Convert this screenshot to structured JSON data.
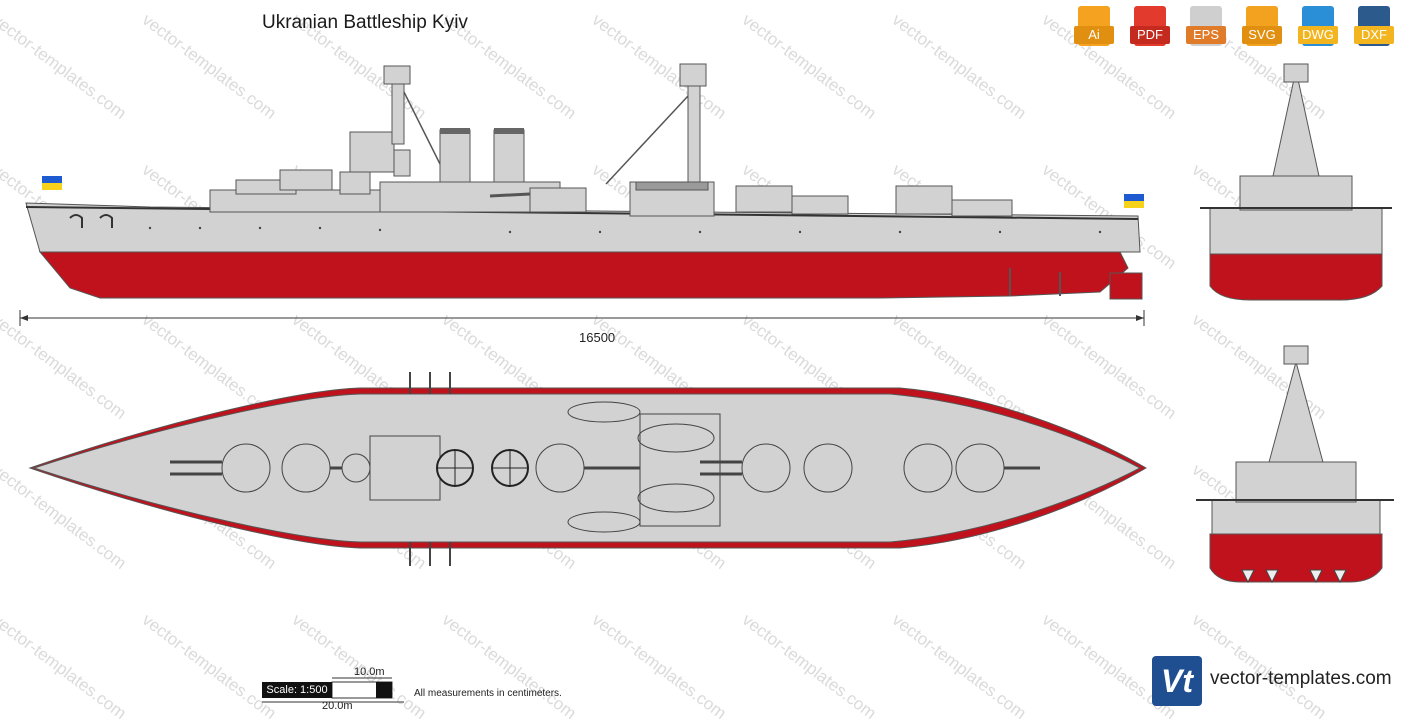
{
  "title": "Ukranian Battleship Kyiv",
  "formats": [
    {
      "label": "Ai",
      "color": "#f4a21f"
    },
    {
      "label": "PDF",
      "color": "#e23b2d"
    },
    {
      "label": "EPS",
      "color": "#bdbdbd"
    },
    {
      "label": "SVG",
      "color": "#f3a21f"
    },
    {
      "label": "DWG",
      "color": "#2a8fd6"
    },
    {
      "label": "DXF",
      "color": "#2d5a8c"
    }
  ],
  "dimension_label": "16500",
  "scale_label": "Scale: 1:500",
  "scale_10": "10.0m",
  "scale_20": "20.0m",
  "note": "All measurements in centimeters.",
  "watermark": "vector-templates.com",
  "brand": "vector-templates.com",
  "brand_logo": "Vt",
  "colors": {
    "hull": "#d2d2d2",
    "waterline": "#c0121c",
    "flag_blue": "#1f5bd0",
    "flag_yellow": "#f6d21a"
  }
}
